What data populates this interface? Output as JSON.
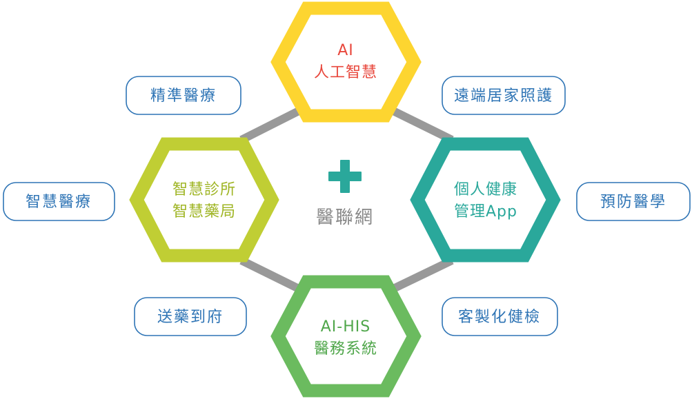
{
  "center": {
    "label": "醫聯網",
    "icon": "plus-icon",
    "icon_color": "#2aa89b",
    "label_color": "#888888"
  },
  "connector_color": "#999999",
  "hexagons": {
    "top": {
      "lines": [
        "AI",
        "人工智慧"
      ],
      "color": "#fdd530",
      "text_color": "#e8473c"
    },
    "left": {
      "lines": [
        "智慧診所",
        "智慧藥局"
      ],
      "color": "#c0ce34",
      "text_color": "#9fb524"
    },
    "right": {
      "lines": [
        "個人健康",
        "管理App"
      ],
      "color": "#2aa89b",
      "text_color": "#2aa89b"
    },
    "bottom": {
      "lines": [
        "AI-HIS",
        "醫務系統"
      ],
      "color": "#6bbb5f",
      "text_color": "#4fa64a"
    }
  },
  "pills": {
    "border_color": "#2e74b5",
    "text_color": "#2e74b5",
    "precision_medicine": "精準醫療",
    "smart_medicine": "智慧醫療",
    "drug_delivery": "送藥到府",
    "remote_home_care": "遠端居家照護",
    "preventive_medicine": "預防醫學",
    "custom_health_check": "客製化健檢"
  }
}
